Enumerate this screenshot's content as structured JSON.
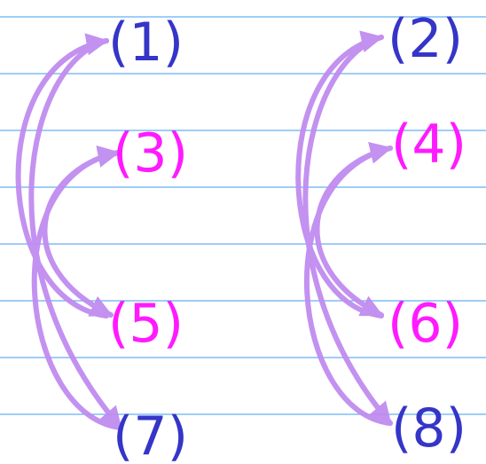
{
  "colors": {
    "ruled_line": "#3d9bf0",
    "arrow": "#c08cf0",
    "label_blue": "#3535c8",
    "label_magenta": "#ff1aff"
  },
  "labels": {
    "n1": {
      "text": "(1)",
      "color": "#3535c8"
    },
    "n2": {
      "text": "(2)",
      "color": "#3535c8"
    },
    "n3": {
      "text": "(3)",
      "color": "#ff1aff"
    },
    "n4": {
      "text": "(4)",
      "color": "#ff1aff"
    },
    "n5": {
      "text": "(5)",
      "color": "#ff1aff"
    },
    "n6": {
      "text": "(6)",
      "color": "#ff1aff"
    },
    "n7": {
      "text": "(7)",
      "color": "#3535c8"
    },
    "n8": {
      "text": "(8)",
      "color": "#3535c8"
    }
  },
  "connections": [
    {
      "from": "(5)",
      "to": "(1)"
    },
    {
      "from": "(3)",
      "to": "(5)"
    },
    {
      "from": "(7)",
      "to": "(3)"
    },
    {
      "from": "(1)",
      "to": "(7)"
    },
    {
      "from": "(6)",
      "to": "(2)"
    },
    {
      "from": "(4)",
      "to": "(6)"
    },
    {
      "from": "(8)",
      "to": "(4)"
    },
    {
      "from": "(2)",
      "to": "(8)"
    }
  ]
}
